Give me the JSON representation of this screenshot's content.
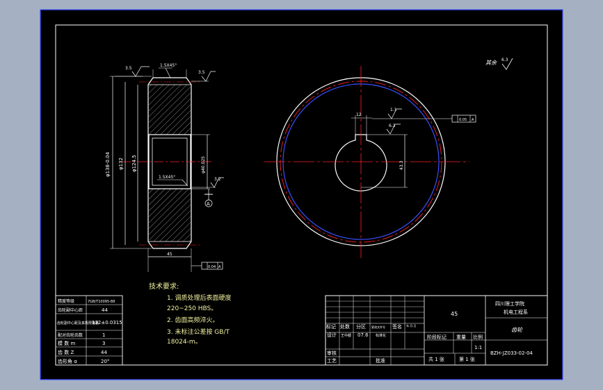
{
  "colors": {
    "outer_background": "#a5b1c3",
    "sheet_background": "#000000",
    "frame": "#3a4fff",
    "outline": "#ffffff",
    "center_line": "#ff2222",
    "dimension": "#ffffff",
    "hatch": "#8a8a8a",
    "note_text": "#f2f2a0"
  },
  "side_view": {
    "roughness_top_left": "3.5",
    "chamfer_top": "1.5X45°",
    "roughness_top_right": "3.5",
    "dia_tip": "φ138-0.04",
    "dia_pitch": "φ132",
    "dia_root": "φ124.5",
    "dia_bore": "φ40.025",
    "chamfer_bore": "1.5X45°",
    "roughness_bore": "3.2",
    "datum": "A",
    "face_width": "45",
    "face_runout_value": "0.04",
    "face_runout_datum": "A"
  },
  "front_view": {
    "keyway_width": "12",
    "keyway_sym_roughness": "1.1",
    "symmetry_value": "0.05",
    "symmetry_datum": "A",
    "keyway_depth_roughness": "6.3",
    "keyway_depth": "43.3"
  },
  "surface_note": {
    "label": "其余",
    "value": "6.3"
  },
  "tech_requirements": {
    "title": "技术要求:",
    "lines": [
      "1.  调质处理后表面硬度",
      "    220~250 HBS。",
      "2.  齿面高频淬火。",
      "3.  未标注公差按 GB/T",
      "    18024-m。"
    ]
  },
  "param_table": {
    "rows": [
      {
        "label": "精度等级",
        "value": "7GB/T10095-88"
      },
      {
        "label": "齿轮副中心距",
        "value": "44"
      },
      {
        "label": "齿轮副中心距及其极限偏差",
        "value": "132±0.0315"
      },
      {
        "label": "配对齿轮齿数",
        "value": "1"
      },
      {
        "label": "模   数 m",
        "value": "3"
      },
      {
        "label": "齿   数 Z",
        "value": "44"
      },
      {
        "label": "齿形角 α",
        "value": "20°"
      }
    ]
  },
  "title_block": {
    "material": "45",
    "school_line1": "四川理工学院",
    "school_line2": "机电工程系",
    "part_name": "齿轮",
    "row_labels": [
      "标记",
      "处数",
      "分区",
      "更改文件号",
      "签名",
      "年.月.日"
    ],
    "design_label": "设计",
    "designer": "王中都",
    "design_date": "07.6",
    "std_label": "标准化",
    "stage_label": "阶段标记",
    "weight_label": "重量",
    "scale_label": "比例",
    "scale": "1:1",
    "check_label": "审核",
    "process_label": "工艺",
    "approve_label": "批准",
    "sheets_total": "共 1 张",
    "sheet_no": "第 1 张",
    "drawing_no": "BZH-JZ033-02-04"
  }
}
